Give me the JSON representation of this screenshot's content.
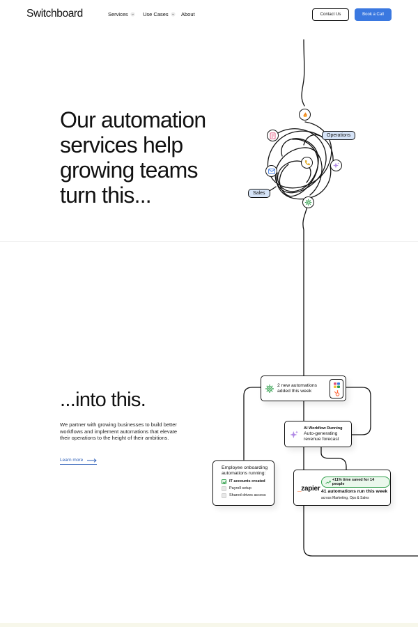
{
  "nav": {
    "logo": "Switchboard",
    "links": [
      {
        "label": "Services",
        "has_dropdown": true
      },
      {
        "label": "Use Cases",
        "has_dropdown": true
      },
      {
        "label": "About",
        "has_dropdown": false
      }
    ],
    "contact_label": "Contact Us",
    "book_label": "Book a Call"
  },
  "hero": {
    "title_lines": [
      "Our automation",
      "services help",
      "growing teams",
      "turn this..."
    ],
    "chips": {
      "operations": "Operations",
      "sales": "Sales"
    },
    "icons": [
      "fire-icon",
      "form-icon",
      "mail-icon",
      "phone-icon",
      "sparkle-icon",
      "gear-icon"
    ]
  },
  "into": {
    "title": "...into this.",
    "body": "We partner with growing businesses to build better workflows and implement automations that elevate their operations to the height of their ambitions.",
    "learn_more": "Learn more"
  },
  "cards": {
    "new_automations": {
      "line1": "2 new automations",
      "line2": "added this week"
    },
    "ai_workflow": {
      "title": "AI Workflow Running",
      "line1": "Auto-generating",
      "line2": "revenue forecast"
    },
    "onboarding": {
      "line1": "Employee onboarding",
      "line2": "automations running:",
      "items": [
        {
          "label": "IT accounts created",
          "done": true
        },
        {
          "label": "Payroll setup",
          "done": false
        },
        {
          "label": "Shared drives access",
          "done": false
        }
      ]
    },
    "zapier": {
      "logo": "zapier",
      "pill": "+11% time saved for 14 people",
      "headline": "41 automations run this week",
      "sub": "across Marketing, Ops & Sales"
    }
  },
  "colors": {
    "primary": "#3a78e0",
    "chip": "#d6e4f8",
    "green": "#2e9e4a",
    "fire": "#f08a24",
    "purple": "#9b6bd6"
  }
}
